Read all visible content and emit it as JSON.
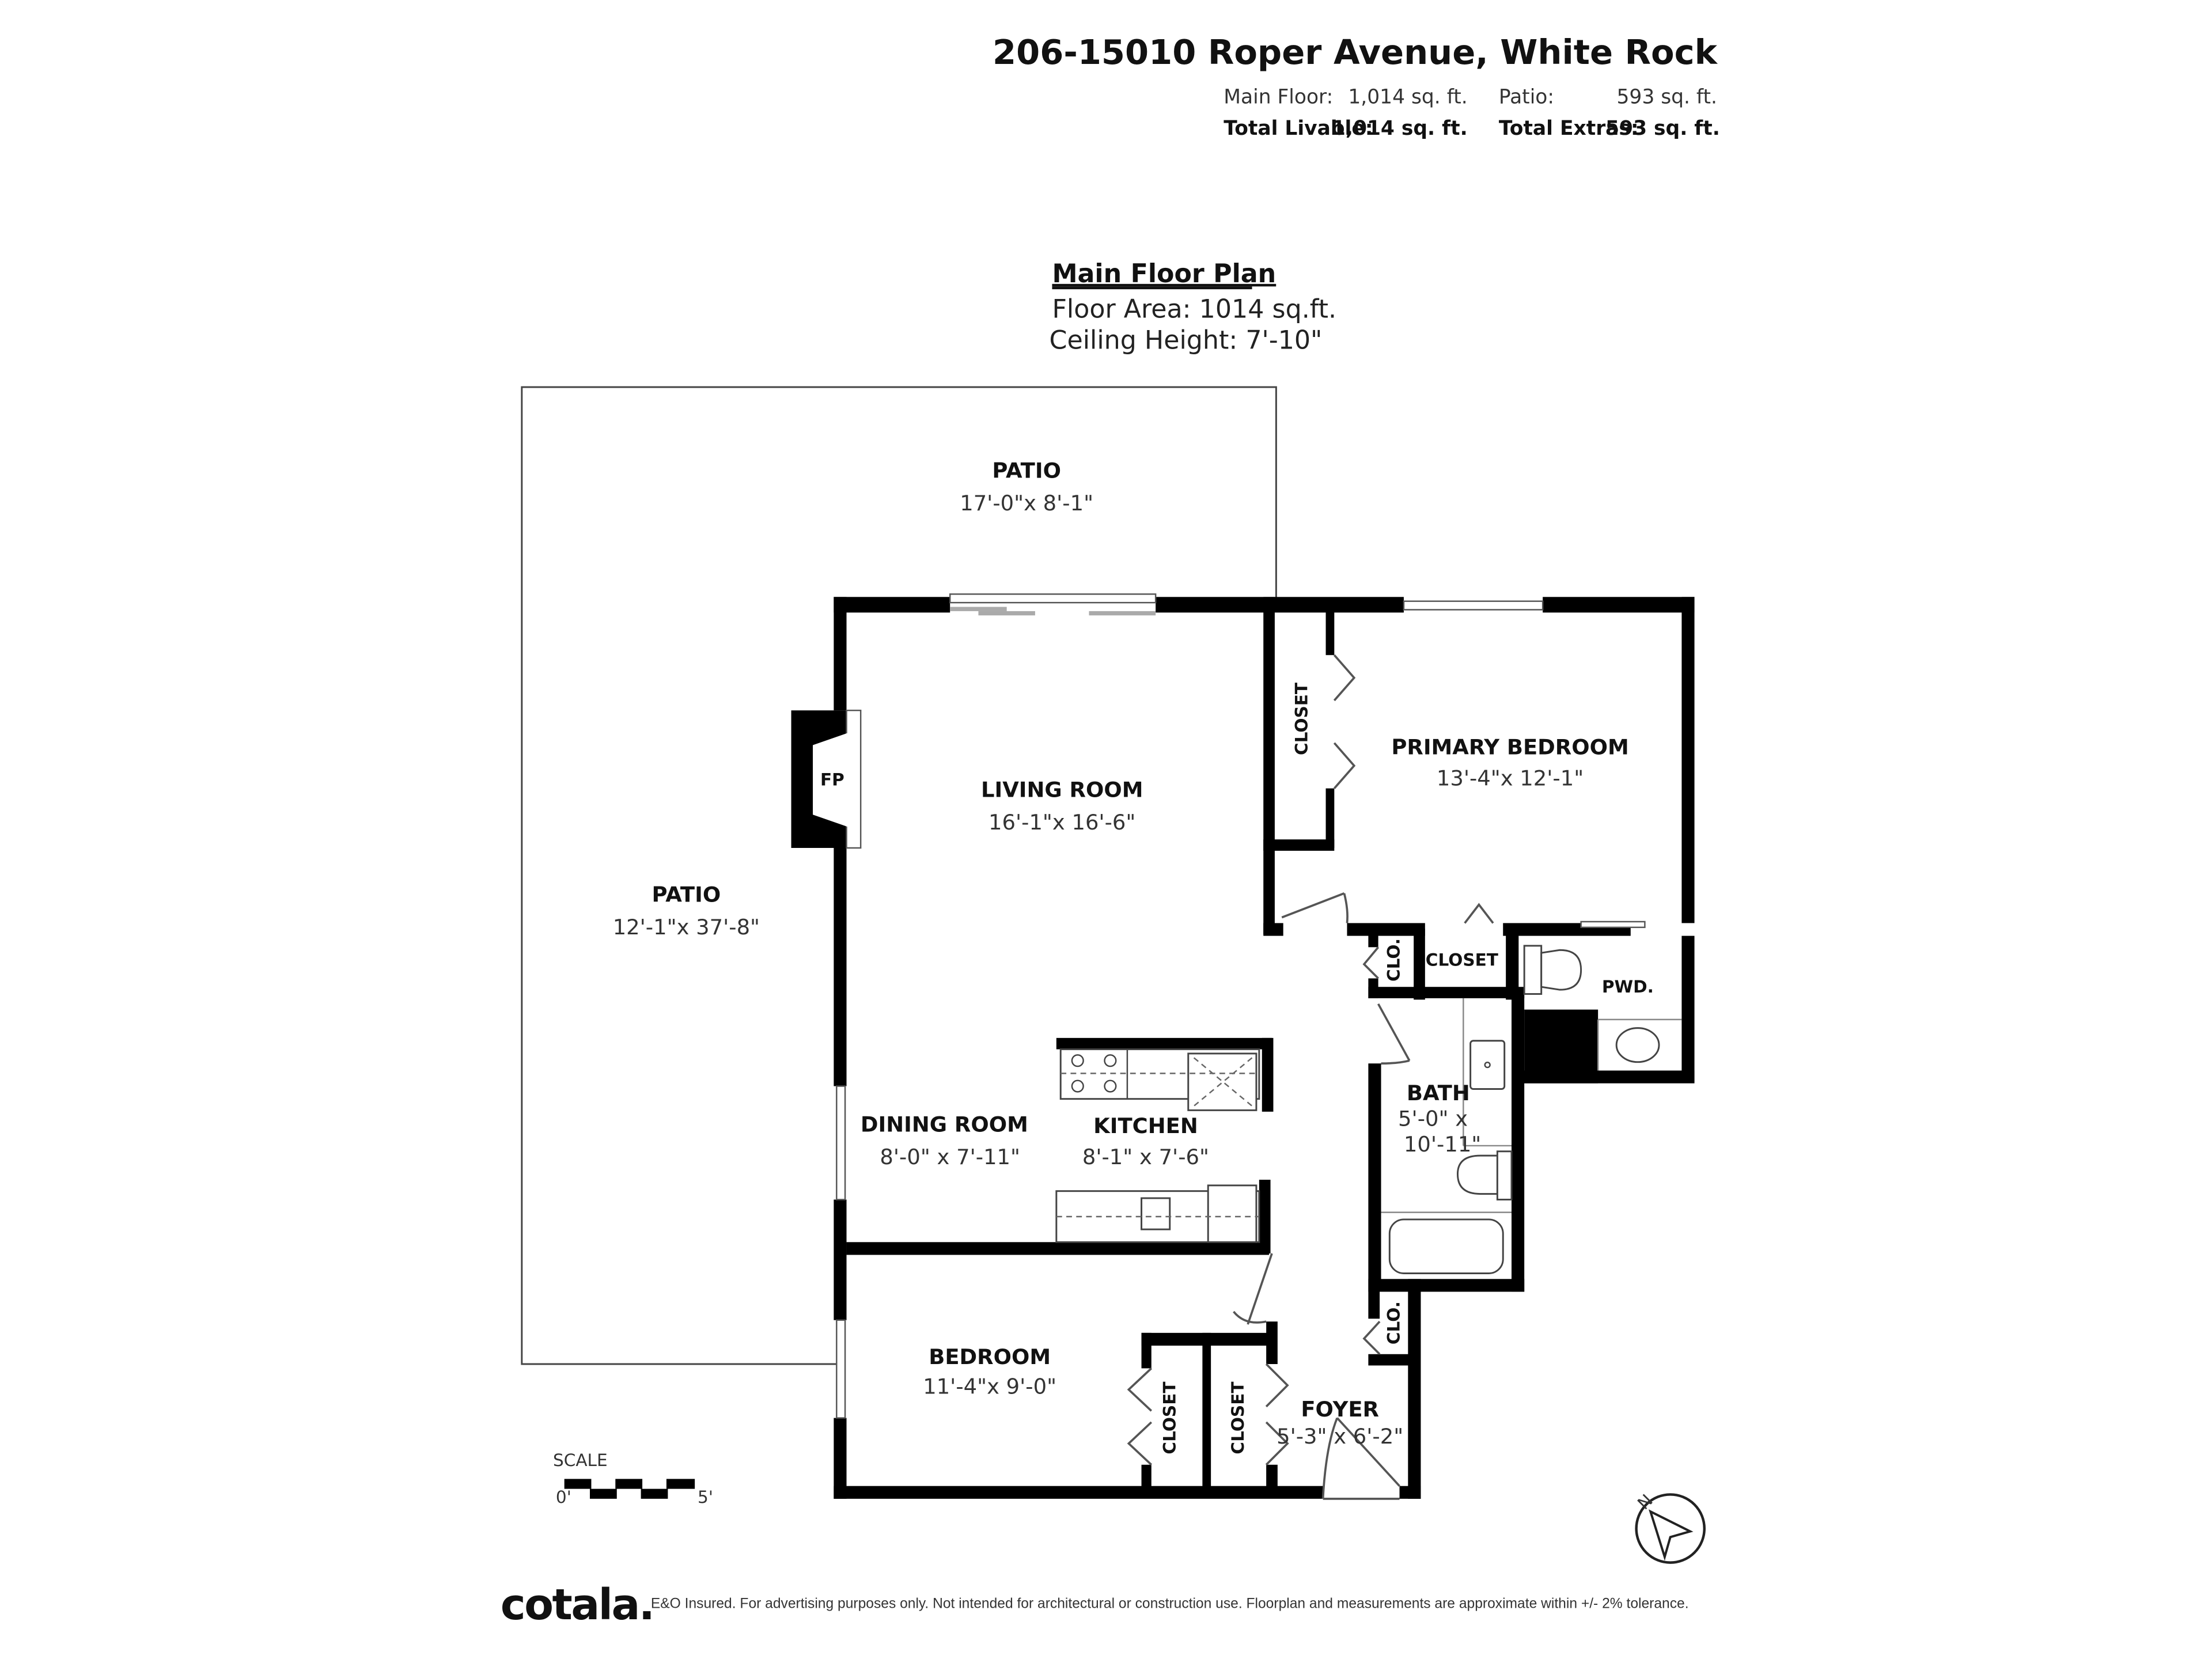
{
  "header": {
    "address": "206-15010 Roper Avenue, White Rock",
    "main_floor_label": "Main Floor:",
    "main_floor_value": "1,014 sq. ft.",
    "patio_label": "Patio:",
    "patio_value": "593 sq. ft.",
    "total_livable_label": "Total Livable:",
    "total_livable_value": "1,014 sq. ft.",
    "total_extras_label": "Total Extras:",
    "total_extras_value": "593 sq. ft."
  },
  "floor": {
    "title": "Main Floor Plan",
    "floor_area": "Floor Area: 1014 sq.ft.",
    "ceiling_height": "Ceiling Height: 7'-10\""
  },
  "rooms": {
    "patio_top": {
      "name": "PATIO",
      "dims": "17'-0\"x 8'-1\""
    },
    "patio_left": {
      "name": "PATIO",
      "dims": "12'-1\"x 37'-8\""
    },
    "living_room": {
      "name": "LIVING ROOM",
      "dims": "16'-1\"x 16'-6\""
    },
    "primary_bedroom": {
      "name": "PRIMARY BEDROOM",
      "dims": "13'-4\"x 12'-1\""
    },
    "dining_room": {
      "name": "DINING ROOM",
      "dims": "8'-0\" x 7'-11\""
    },
    "kitchen": {
      "name": "KITCHEN",
      "dims": "8'-1\" x 7'-6\""
    },
    "bath": {
      "name": "BATH",
      "dims_line1": "5'-0\" x",
      "dims_line2": "10'-11\""
    },
    "bedroom": {
      "name": "BEDROOM",
      "dims": "11'-4\"x 9'-0\""
    },
    "foyer": {
      "name": "FOYER",
      "dims": "5'-3\" x 6'-2\""
    },
    "pwd": {
      "name": "PWD."
    },
    "fireplace": {
      "name": "FP"
    },
    "closet_primary": {
      "name": "CLOSET"
    },
    "closet_hall": {
      "name": "CLOSET"
    },
    "clo_hall": {
      "name": "CLO."
    },
    "clo_foyer": {
      "name": "CLO."
    },
    "closet_bedroom": {
      "name": "CLOSET"
    },
    "closet_foyer": {
      "name": "CLOSET"
    }
  },
  "scale": {
    "label": "SCALE",
    "start": "0'",
    "end": "5'"
  },
  "compass": {
    "north_label": "N"
  },
  "footer": {
    "brand": "cotala.",
    "disclaimer": "E&O Insured. For advertising purposes only. Not intended for architectural or construction use. Floorplan and measurements are approximate within +/- 2% tolerance."
  }
}
